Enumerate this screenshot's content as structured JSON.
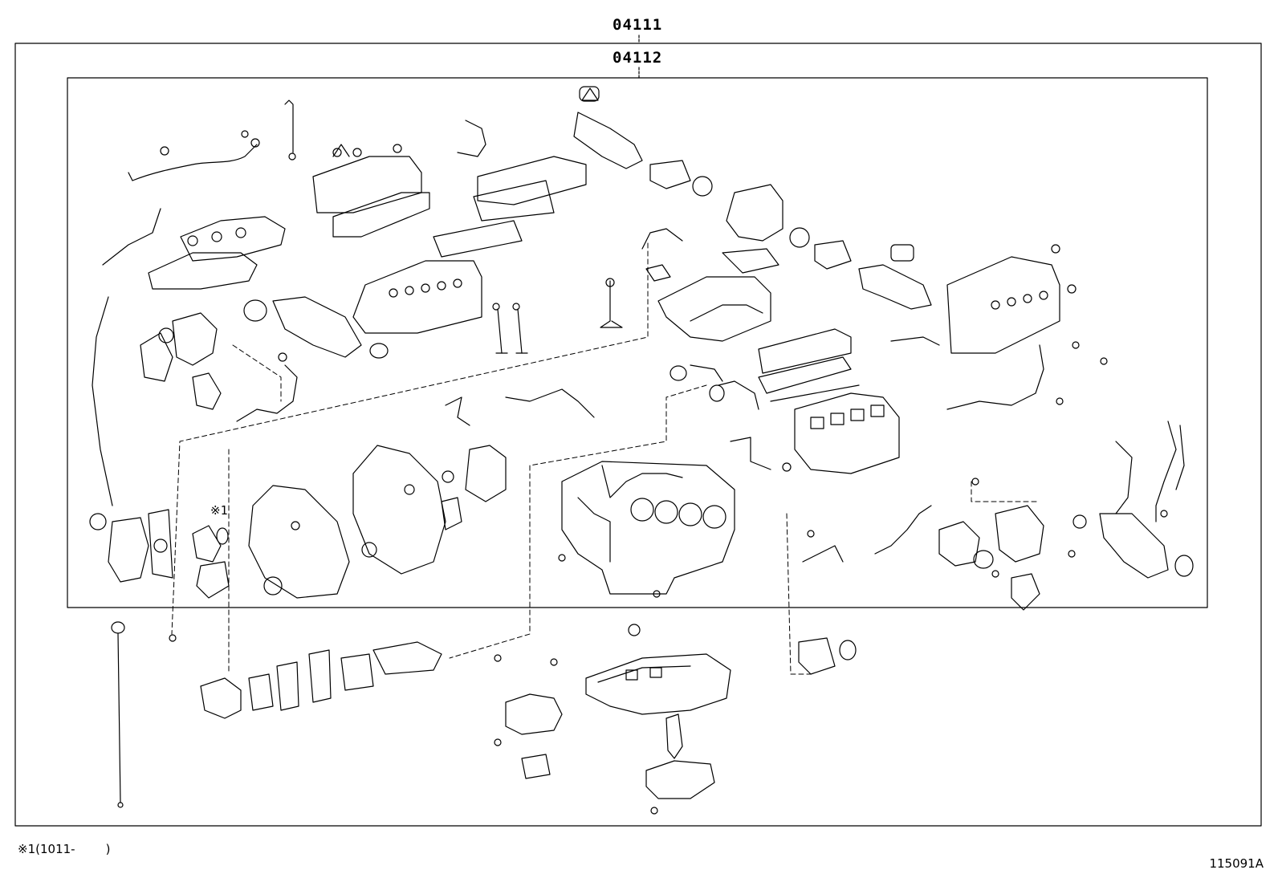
{
  "assembly_codes": {
    "outer": "04111",
    "inner": "04112"
  },
  "callouts": {
    "note_marker": "※1"
  },
  "footnote": {
    "marker": "※1",
    "open": "(1011-",
    "close": ")"
  },
  "illustration_id": "115091A",
  "colors": {
    "line": "#000000",
    "background": "#ffffff"
  }
}
